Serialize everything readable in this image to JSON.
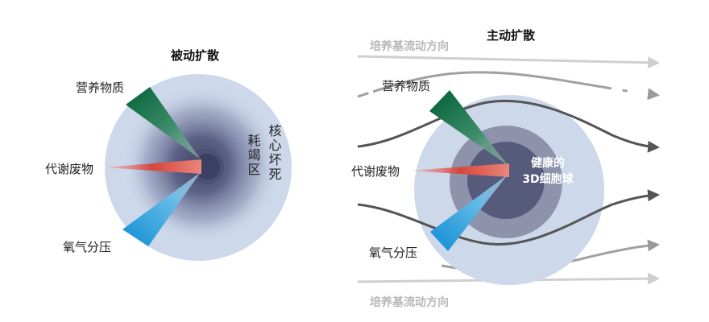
{
  "colors": {
    "outer_sphere": "#cdd8ea",
    "necrotic_core": "#3f4367",
    "healthy_mid": "#8e92ab",
    "healthy_core": "#565b7c",
    "nutrient": "#0f6b43",
    "waste": "#d8463c",
    "oxygen": "#35a2dc",
    "flow_light": "#cfcfcf",
    "flow_dark": "#555555"
  },
  "icons": {
    "nutrient_wedge": "dark-green-wedge",
    "waste_wedge": "red-spike",
    "oxygen_wedge": "blue-wedge",
    "flow_arrow": "arrow-right"
  },
  "passive": {
    "title": "被动扩散",
    "nutrient_label": "营养物质",
    "waste_label": "代谢废物",
    "oxygen_label": "氧气分压",
    "necrosis_col1": "耗竭区",
    "necrosis_col2": "核心坏死"
  },
  "active": {
    "title": "主动扩散",
    "flow_top_label": "培养基流动方向",
    "flow_bottom_label": "培养基流动方向",
    "nutrient_label": "营养物质",
    "waste_label": "代谢废物",
    "oxygen_label": "氧气分压",
    "core_line1": "健康的",
    "core_line2": "3D细胞球"
  }
}
